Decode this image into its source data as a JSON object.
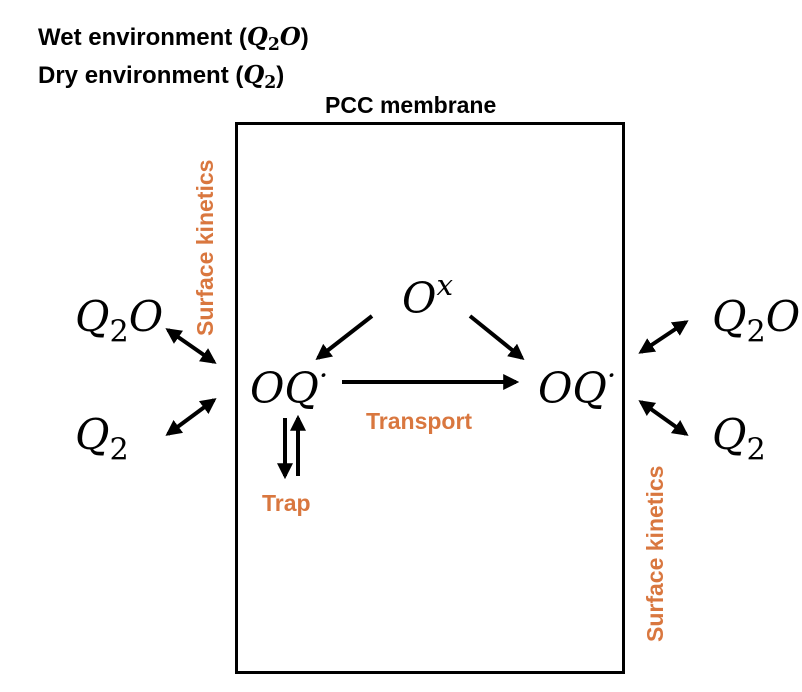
{
  "legend": {
    "wet_prefix": "Wet environment (",
    "wet_math": "Q",
    "wet_sub": "2",
    "wet_tail": "O",
    "wet_close": ")",
    "dry_prefix": "Dry environment (",
    "dry_math": "Q",
    "dry_sub": "2",
    "dry_close": ")"
  },
  "membrane": {
    "title": "PCC membrane"
  },
  "species": {
    "q2o_base": "Q",
    "q2o_sub": "2",
    "q2o_tail": "O",
    "q2_base": "Q",
    "q2_sub": "2",
    "ox_base": "O",
    "ox_sup": "x",
    "oq_base": "OQ",
    "oq_sup": "·"
  },
  "labels": {
    "surface_kinetics": "Surface kinetics",
    "transport": "Transport",
    "trap": "Trap"
  },
  "colors": {
    "accent": "#d9773f",
    "ink": "#000000"
  }
}
